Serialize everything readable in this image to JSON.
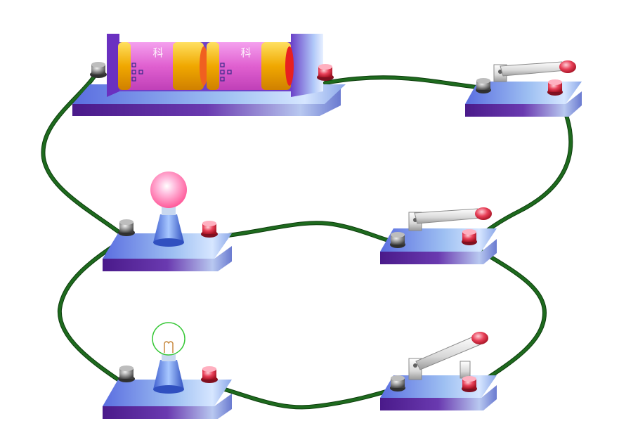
{
  "battery": {
    "cell_label_left": "科",
    "cell_label_right": "科"
  },
  "colors": {
    "wire": "#1e6a1e",
    "wire_shadow": "#0d3d0d",
    "base_top": "#8fb6ec",
    "base_side": "#5a2a9a",
    "terminal_red": "#e23a4a",
    "terminal_gray": "#8a8a8a",
    "bulb_lit": "#ff7fb0",
    "bulb_unlit_outline": "#38c838",
    "cell_pink": "#e866d8",
    "cell_gold": "#f0b000"
  },
  "components": {
    "bulbs": [
      {
        "name": "bulb-top",
        "state": "lit"
      },
      {
        "name": "bulb-bottom",
        "state": "unlit"
      }
    ],
    "switches": [
      {
        "name": "switch-top",
        "state": "closed"
      },
      {
        "name": "switch-middle",
        "state": "closed"
      },
      {
        "name": "switch-bottom",
        "state": "open"
      }
    ]
  }
}
